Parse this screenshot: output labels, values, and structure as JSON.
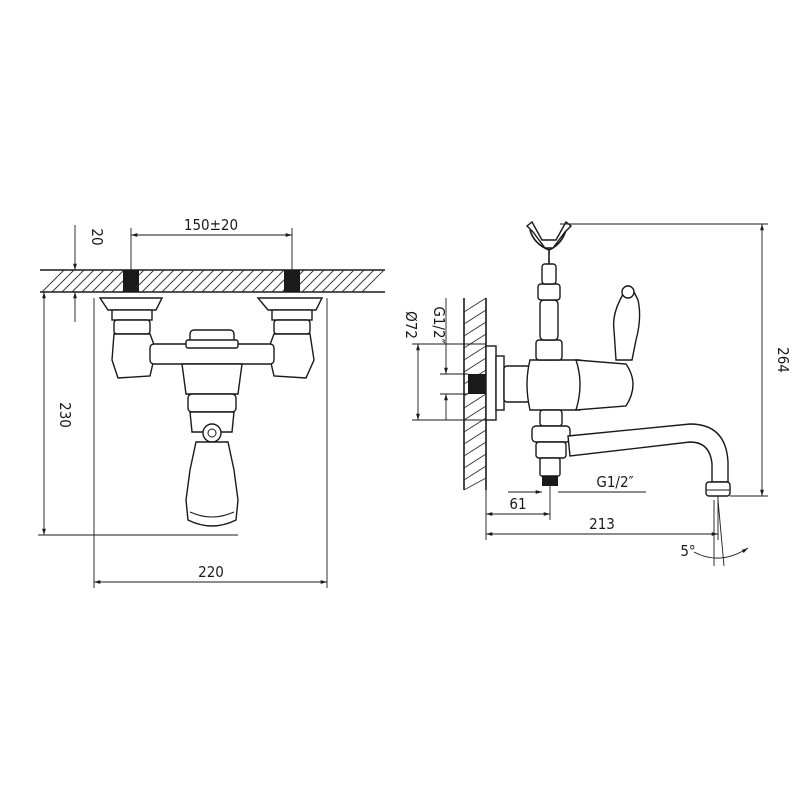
{
  "front_view": {
    "dim_centers": "150±20",
    "dim_wall_offset": "20",
    "dim_height": "230",
    "dim_width": "220"
  },
  "side_view": {
    "dim_diameter": "Ø72",
    "dim_inlet_thread": "G1/2″",
    "dim_outlet_thread": "G1/2″",
    "dim_outlet_offset": "61",
    "dim_reach": "213",
    "dim_height": "264",
    "dim_angle": "5°"
  }
}
